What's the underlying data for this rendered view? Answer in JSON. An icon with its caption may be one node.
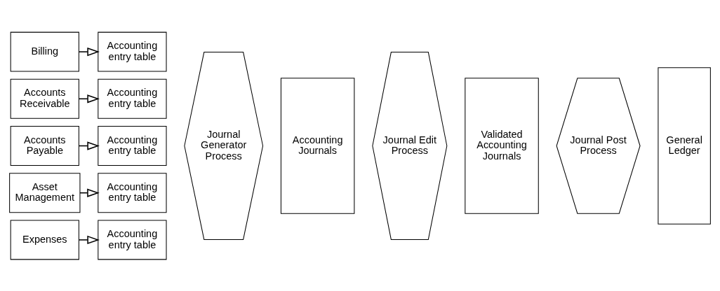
{
  "diagram": {
    "nodes": [
      {
        "text": [
          "Billing"
        ]
      },
      {
        "text": [
          "Accounting entry table"
        ]
      },
      {
        "text": [
          "Accounts Receivable"
        ]
      },
      {
        "text": [
          "Accounting entry table"
        ]
      },
      {
        "text": [
          "Accounts Payable"
        ]
      },
      {
        "text": [
          "Accounting entry table"
        ]
      },
      {
        "text": [
          "Asset Management"
        ]
      },
      {
        "text": [
          "Accounting entry table"
        ]
      },
      {
        "text": [
          "Expenses"
        ]
      },
      {
        "text": [
          "Accounting entry table"
        ]
      },
      {
        "text": [
          "Journal Generator Process"
        ]
      },
      {
        "text": [
          "Accounting Journals"
        ]
      },
      {
        "text": [
          "Journal Edit Process"
        ]
      },
      {
        "text": [
          "Validated Accounting Journals"
        ]
      },
      {
        "text": [
          "Journal Post Process"
        ]
      },
      {
        "text": [
          "General Ledger"
        ]
      }
    ],
    "edges": [
      {
        "from": 0,
        "to": 1,
        "arrow": "to"
      },
      {
        "from": 2,
        "to": 3,
        "arrow": "to"
      },
      {
        "from": 4,
        "to": 5,
        "arrow": "to"
      },
      {
        "from": 6,
        "to": 7,
        "arrow": "to"
      },
      {
        "from": 8,
        "to": 9,
        "arrow": "to"
      }
    ]
  }
}
